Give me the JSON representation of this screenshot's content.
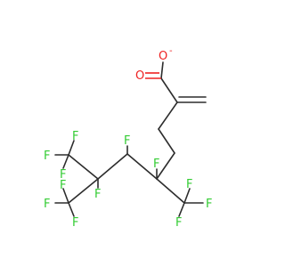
{
  "colors": {
    "bond": "#2d2d2d",
    "fluorine": "#33cc33",
    "oxygen": "#ee2222",
    "background": "#ffffff"
  },
  "labels": {
    "o_double": "O",
    "o_single": "O",
    "o_charge": "-",
    "f": "F"
  }
}
